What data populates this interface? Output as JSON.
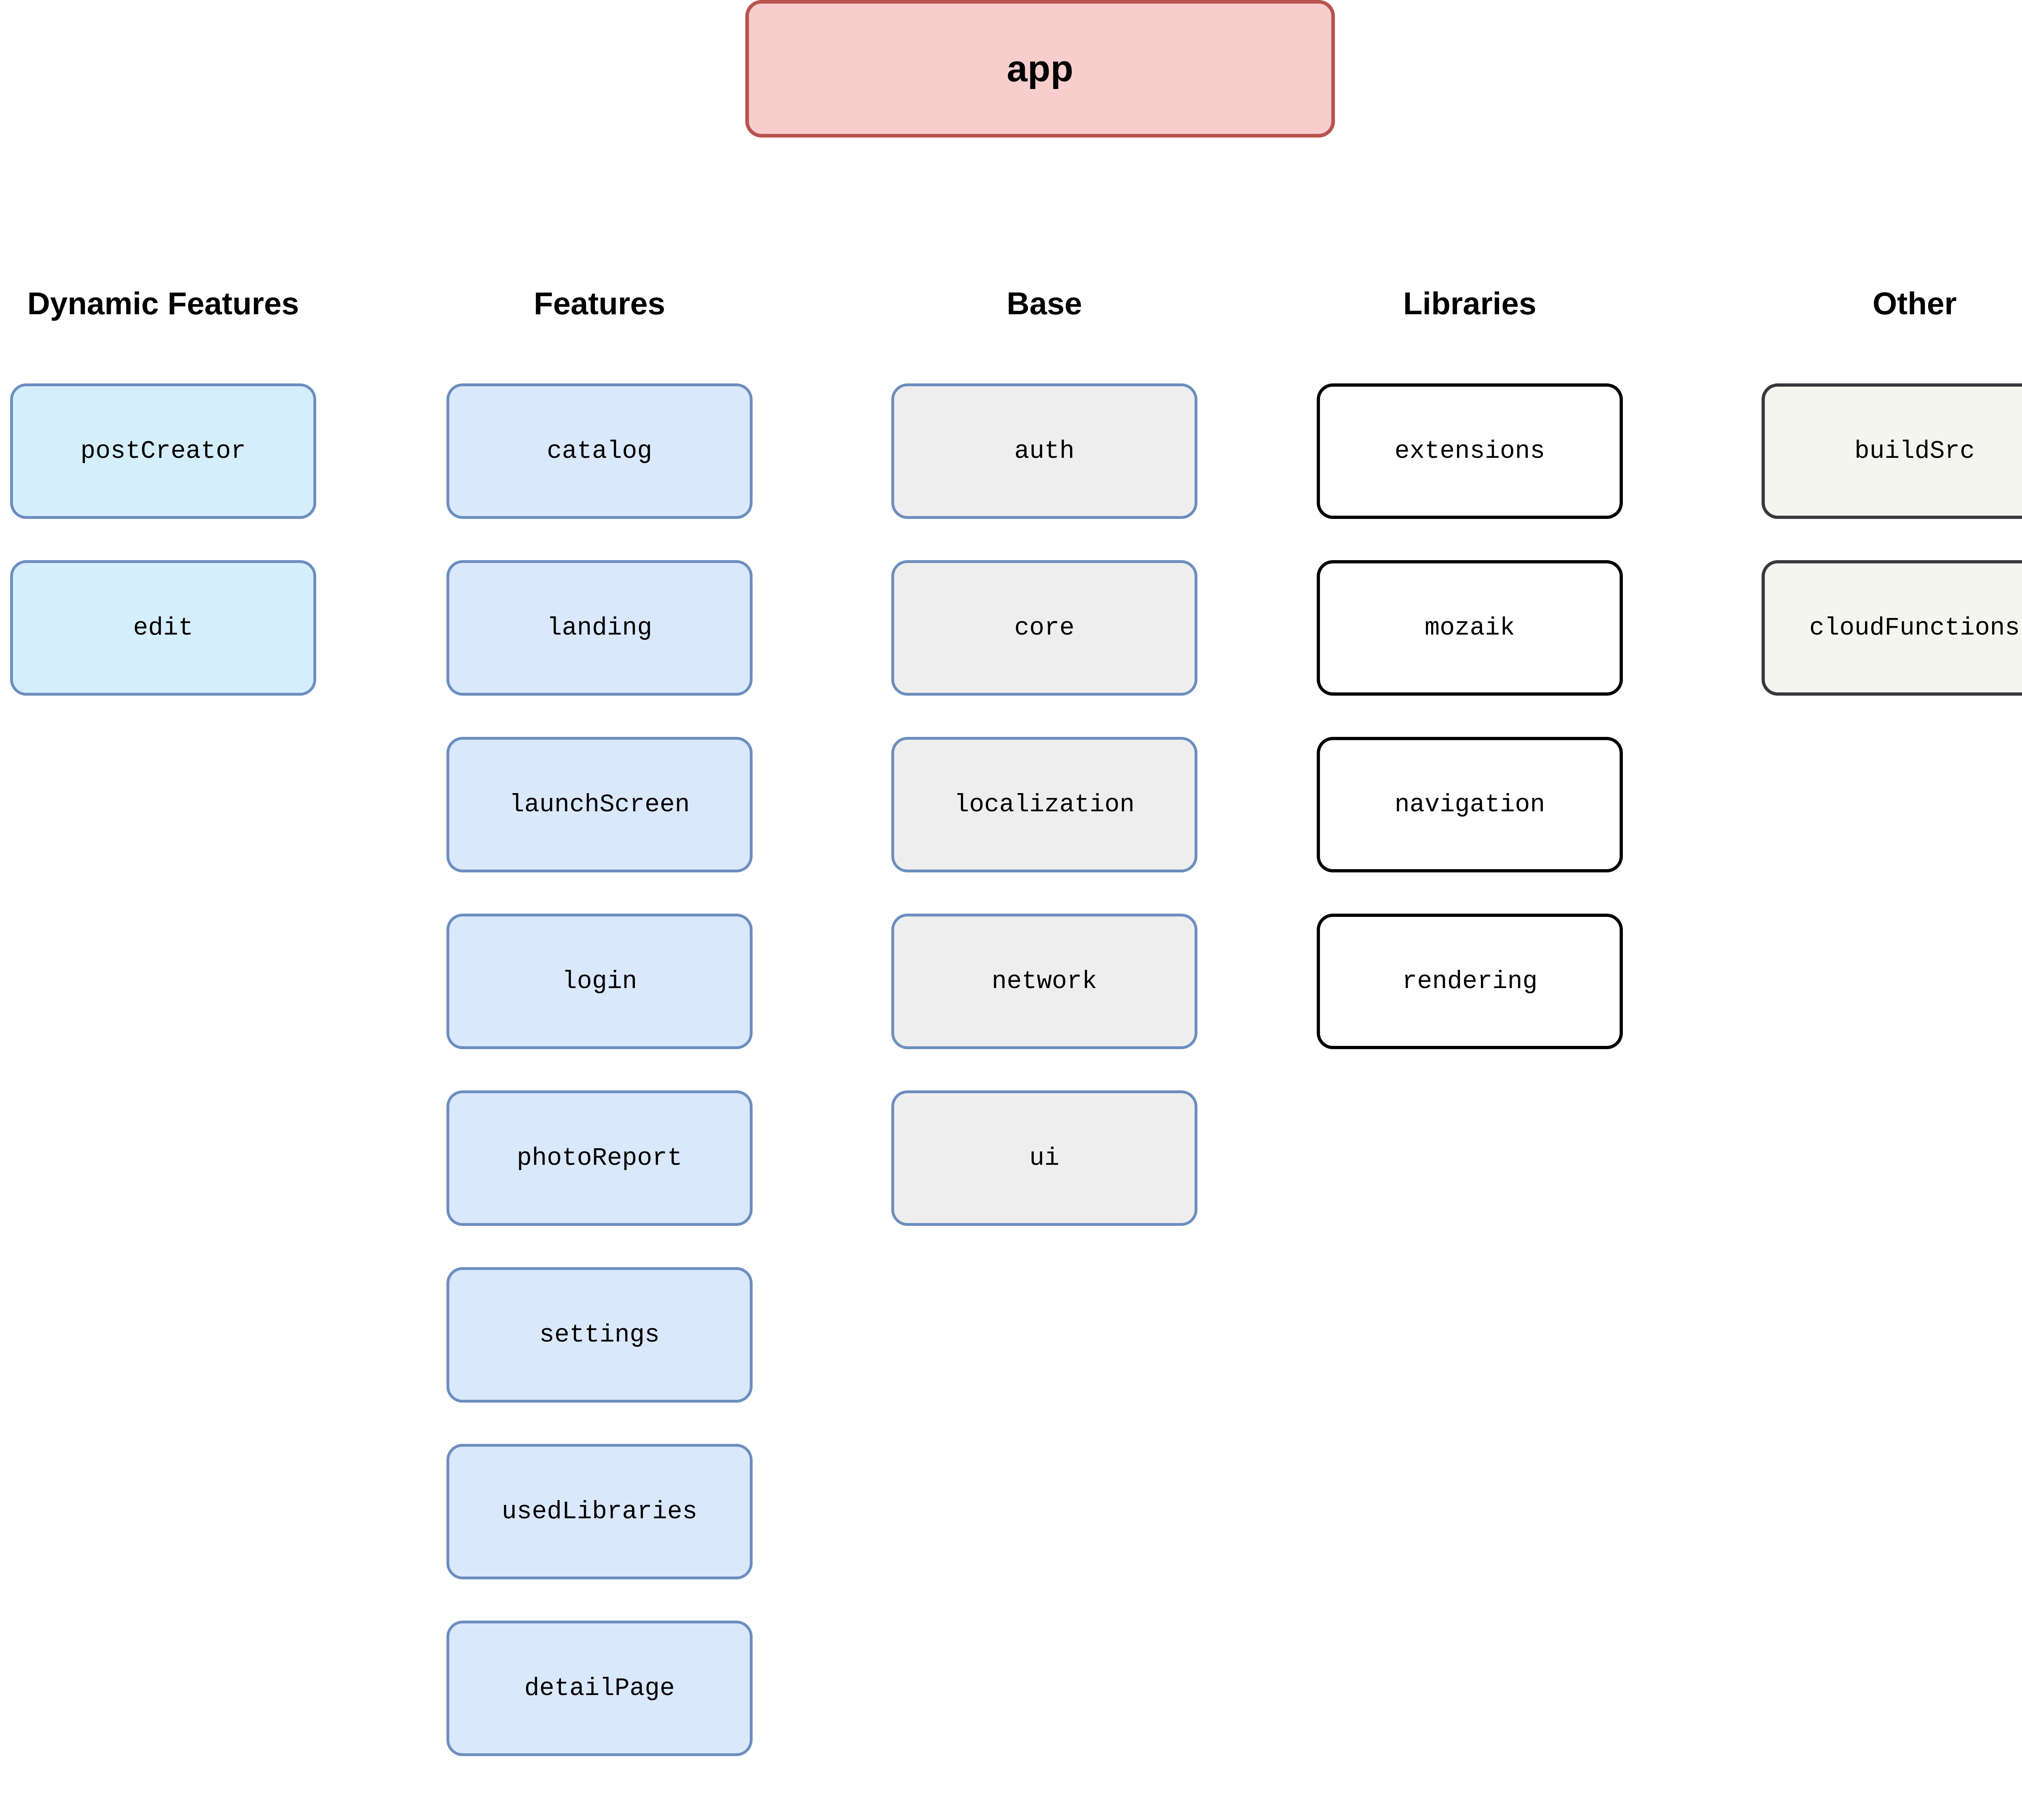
{
  "diagram": {
    "root": {
      "label": "app",
      "fill": "#f8cecc",
      "stroke": "#b85450"
    },
    "columns": [
      {
        "id": "dynamic-features",
        "header": "Dynamic Features",
        "fill": "#d5eefc",
        "stroke": "#6c8ebf",
        "nodes": [
          {
            "label": "postCreator"
          },
          {
            "label": "edit"
          }
        ]
      },
      {
        "id": "features",
        "header": "Features",
        "fill": "#dae8fc",
        "stroke": "#6c8ebf",
        "nodes": [
          {
            "label": "catalog"
          },
          {
            "label": "landing"
          },
          {
            "label": "launchScreen"
          },
          {
            "label": "login"
          },
          {
            "label": "photoReport"
          },
          {
            "label": "settings"
          },
          {
            "label": "usedLibraries"
          },
          {
            "label": "detailPage"
          }
        ]
      },
      {
        "id": "base",
        "header": "Base",
        "fill": "#eeeeee",
        "stroke": "#6c8ebf",
        "nodes": [
          {
            "label": "auth"
          },
          {
            "label": "core"
          },
          {
            "label": "localization"
          },
          {
            "label": "network"
          },
          {
            "label": "ui"
          }
        ]
      },
      {
        "id": "libraries",
        "header": "Libraries",
        "fill": "#ffffff",
        "stroke": "#000000",
        "nodes": [
          {
            "label": "extensions"
          },
          {
            "label": "mozaik"
          },
          {
            "label": "navigation"
          },
          {
            "label": "rendering"
          }
        ]
      },
      {
        "id": "other",
        "header": "Other",
        "fill": "#f5f5ef",
        "stroke": "#36393d",
        "nodes": [
          {
            "label": "buildSrc"
          },
          {
            "label": "cloudFunctions"
          }
        ]
      }
    ]
  }
}
